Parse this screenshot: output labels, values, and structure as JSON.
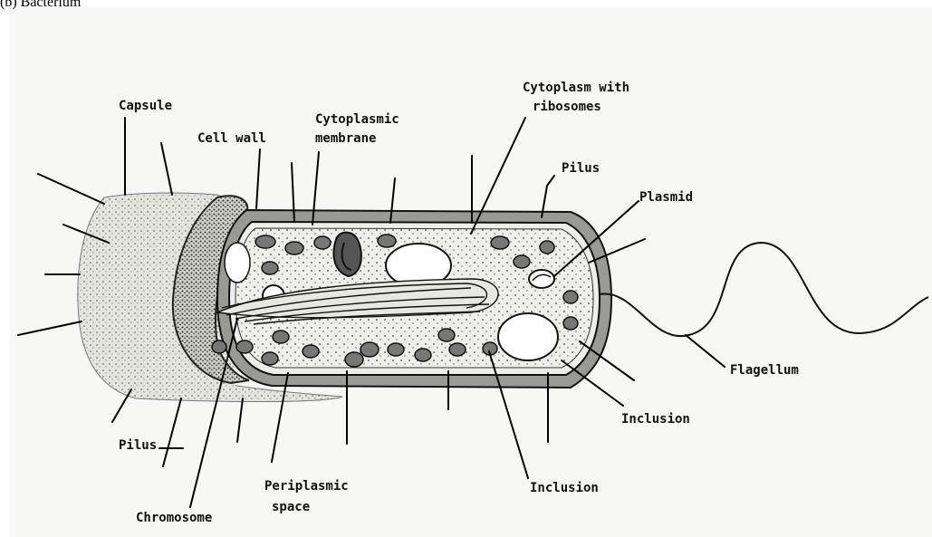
{
  "corner_text": "(b) Bacterium",
  "labels": {
    "capsule": "Capsule",
    "cell_wall": "Cell wall",
    "cytoplasmic_membrane_1": "Cytoplasmic",
    "cytoplasmic_membrane_2": "membrane",
    "cytoplasm_1": "Cytoplasm with",
    "cytoplasm_2": "ribosomes",
    "pilus_top": "Pilus",
    "plasmid": "Plasmid",
    "flagellum": "Flagellum",
    "inclusion_right": "Inclusion",
    "inclusion_bottom": "Inclusion",
    "periplasmic_1": "Periplasmic",
    "periplasmic_2": "space",
    "chromosome": "Chromosome",
    "pilus_bottom": "Pilus"
  },
  "icons": [
    "bacterium-cell-drawing"
  ]
}
